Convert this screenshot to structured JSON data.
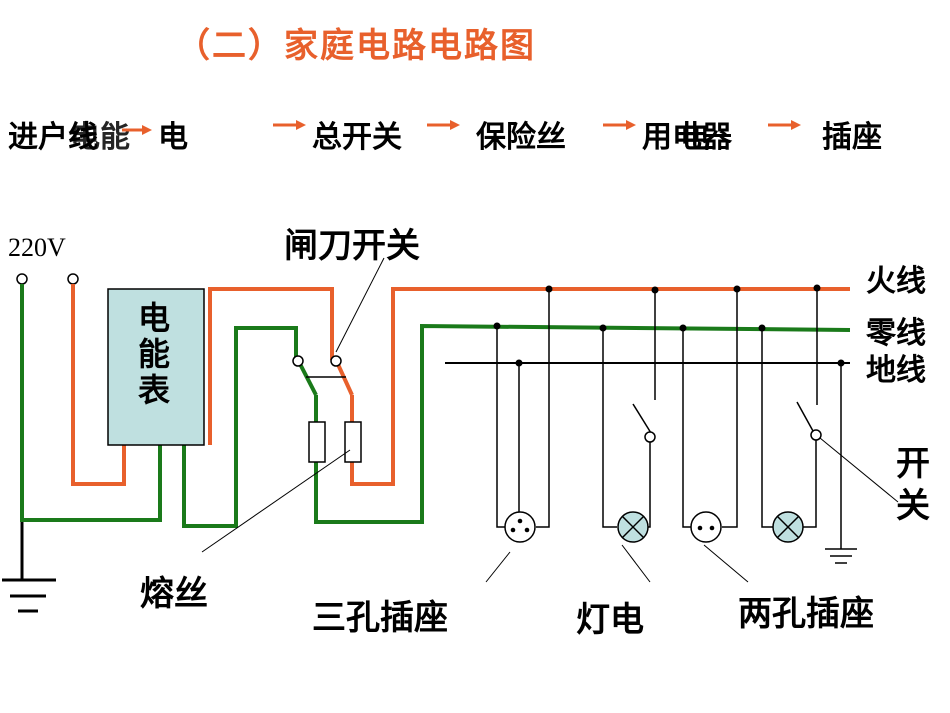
{
  "title": "（二）家庭电路电路图",
  "flow": {
    "step1": "进户线",
    "step1_overlay": "电能",
    "step1_tail": "电",
    "step2": "总开关",
    "step3": "保险丝",
    "step4": "用电器",
    "step4_overlay": "电",
    "step5": "插座"
  },
  "labels": {
    "voltage": "220V",
    "knife_switch": "闸刀开关",
    "meter_line1": "电",
    "meter_line2": "能",
    "meter_line3": "表",
    "live_wire": "火线",
    "neutral_wire": "零线",
    "ground_wire": "地线",
    "switch_1": "开",
    "switch_2": "关",
    "fuse": "熔丝",
    "three_hole_socket": "三孔插座",
    "lamp": "灯电",
    "two_hole_socket": "两孔插座"
  },
  "colors": {
    "live": "#e8602c",
    "neutral": "#1a7a1a",
    "ground": "#000000",
    "meter_fill": "#bfe0e0",
    "lamp_fill": "#bfe0e0",
    "title": "#e8602c"
  }
}
